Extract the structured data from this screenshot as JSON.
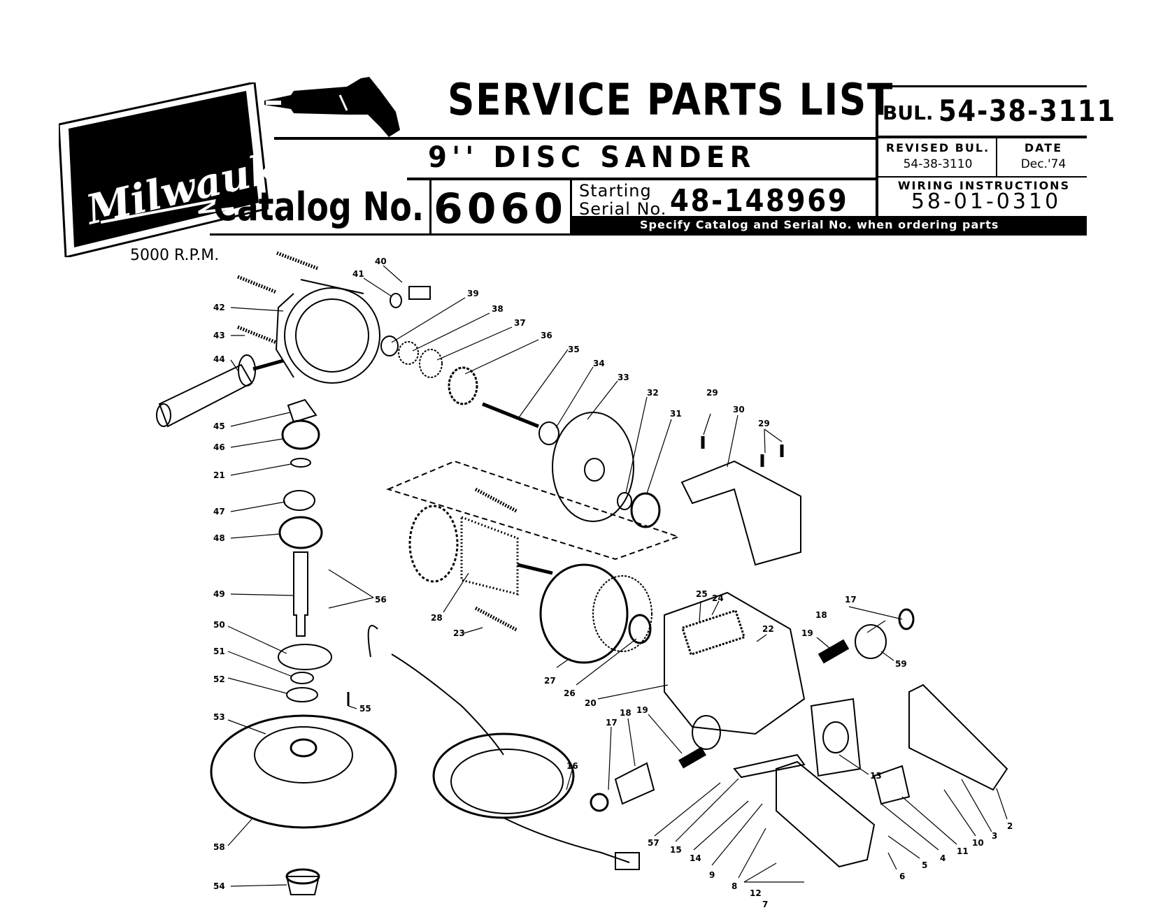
{
  "header": {
    "brand": "Milwaukee",
    "title": "SERVICE PARTS LIST",
    "bulletin_label": "BUL.",
    "bulletin_no": "54-38-3111",
    "product_name": "9'' DISC SANDER",
    "revised_label": "REVISED BUL.",
    "revised_no": "54-38-3110",
    "date_label": "DATE",
    "date_value": "Dec.'74",
    "catalog_label": "Catalog No.",
    "catalog_no": "6060",
    "serial_label_line1": "Starting",
    "serial_label_line2": "Serial No.",
    "serial_no": "48-148969",
    "wiring_label": "WIRING INSTRUCTIONS",
    "wiring_no": "58-01-0310",
    "order_note": "Specify Catalog and Serial No. when ordering parts",
    "speed": "5000 R.P.M."
  },
  "callouts": [
    "40",
    "41",
    "39",
    "42",
    "38",
    "37",
    "43",
    "36",
    "44",
    "35",
    "34",
    "33",
    "32",
    "31",
    "29",
    "30",
    "29",
    "45",
    "46",
    "21",
    "47",
    "48",
    "49",
    "56",
    "28",
    "25",
    "24",
    "17",
    "18",
    "23",
    "22",
    "19",
    "50",
    "59",
    "51",
    "27",
    "52",
    "26",
    "55",
    "20",
    "53",
    "19",
    "18",
    "17",
    "16",
    "13",
    "57",
    "15",
    "14",
    "9",
    "8",
    "12",
    "7",
    "6",
    "5",
    "4",
    "11",
    "10",
    "3",
    "2",
    "58",
    "54"
  ],
  "colors": {
    "ink": "#000000",
    "paper": "#ffffff"
  }
}
